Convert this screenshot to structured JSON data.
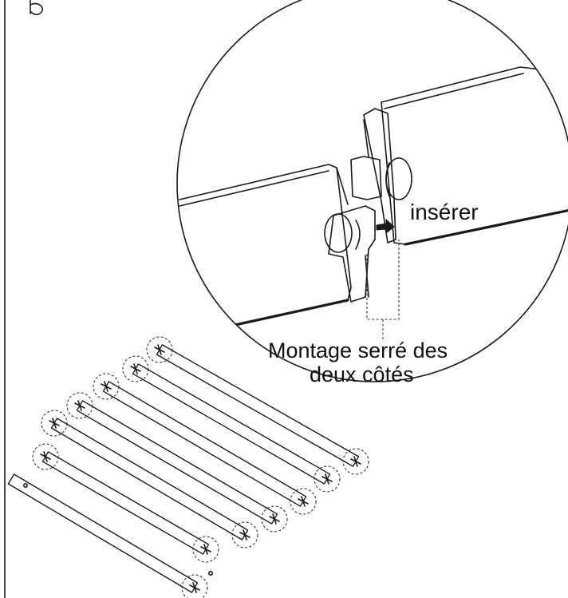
{
  "labels": {
    "insert": "insérer",
    "fit_line1": "Montage serré des",
    "fit_line2": "deux côtés"
  },
  "slats": {
    "count": 7,
    "first_slat_plain_end": true
  }
}
